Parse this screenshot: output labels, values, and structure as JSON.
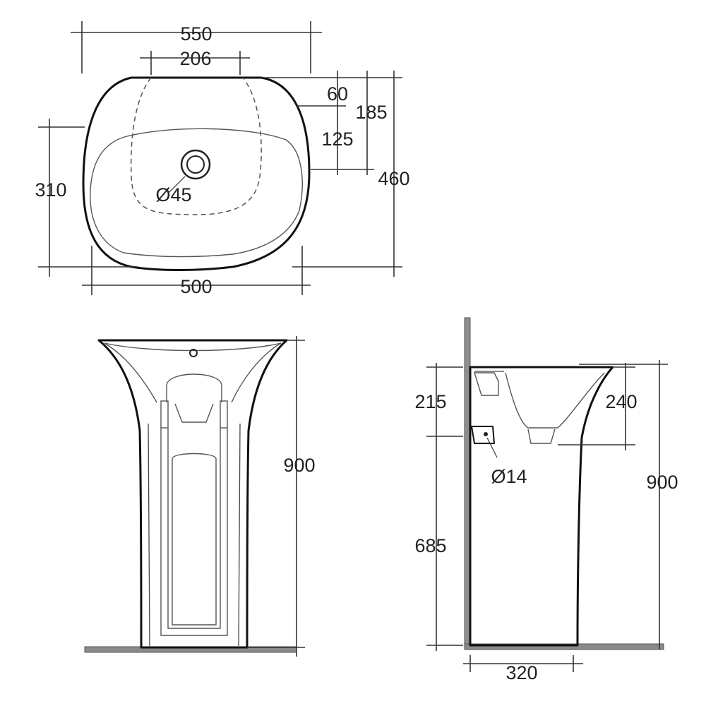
{
  "top_view": {
    "overall_width": "550",
    "tap_zone_width": "206",
    "tap_to_edge": "60",
    "tap_to_waste": "185",
    "waste_to_bowl": "125",
    "overall_depth": "460",
    "bowl_depth": "310",
    "waste_diameter": "Ø45",
    "base_width": "500"
  },
  "front_view": {
    "height": "900"
  },
  "side_view": {
    "rim_to_fixing": "215",
    "bowl_depth": "240",
    "fixing_diameter": "Ø14",
    "fixing_height": "685",
    "height": "900",
    "projection": "320"
  }
}
